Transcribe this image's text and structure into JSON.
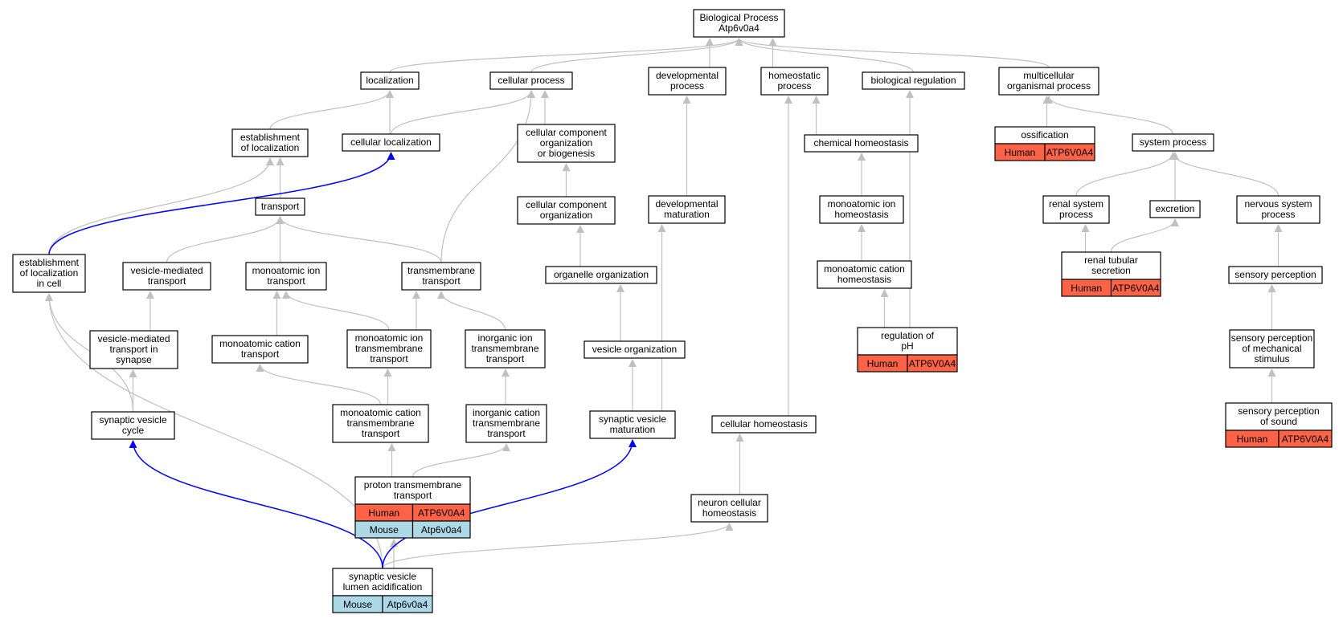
{
  "colors": {
    "edge": "#c0c0c0",
    "highlight_edge": "#0000ff",
    "human": "#ff6347",
    "mouse": "#add8e6",
    "node_border": "#000000"
  },
  "nodes": {
    "bp": {
      "lines": [
        "Biological Process",
        "Atp6v0a4"
      ]
    },
    "loc": {
      "lines": [
        "localization"
      ]
    },
    "cellproc": {
      "lines": [
        "cellular process"
      ]
    },
    "devproc": {
      "lines": [
        "developmental",
        "process"
      ]
    },
    "homeo": {
      "lines": [
        "homeostatic",
        "process"
      ]
    },
    "bioreg": {
      "lines": [
        "biological regulation"
      ]
    },
    "multi": {
      "lines": [
        "multicellular",
        "organismal process"
      ]
    },
    "estloc": {
      "lines": [
        "establishment",
        "of localization"
      ]
    },
    "cellloc": {
      "lines": [
        "cellular localization"
      ]
    },
    "ccob": {
      "lines": [
        "cellular component",
        "organization",
        "or biogenesis"
      ]
    },
    "chemhom": {
      "lines": [
        "chemical homeostasis"
      ]
    },
    "ossif": {
      "lines": [
        "ossification"
      ],
      "annotations": [
        [
          "Human",
          "ATP6V0A4"
        ]
      ]
    },
    "sysproc": {
      "lines": [
        "system process"
      ]
    },
    "transport": {
      "lines": [
        "transport"
      ]
    },
    "cco": {
      "lines": [
        "cellular component",
        "organization"
      ]
    },
    "devmat": {
      "lines": [
        "developmental",
        "maturation"
      ]
    },
    "mionhom": {
      "lines": [
        "monoatomic ion",
        "homeostasis"
      ]
    },
    "renalsys": {
      "lines": [
        "renal system",
        "process"
      ]
    },
    "excr": {
      "lines": [
        "excretion"
      ]
    },
    "nervsys": {
      "lines": [
        "nervous system",
        "process"
      ]
    },
    "estlocc": {
      "lines": [
        "establishment",
        "of localization",
        "in cell"
      ]
    },
    "vesmed": {
      "lines": [
        "vesicle-mediated",
        "transport"
      ]
    },
    "mionT": {
      "lines": [
        "monoatomic ion",
        "transport"
      ]
    },
    "tmT": {
      "lines": [
        "transmembrane",
        "transport"
      ]
    },
    "orgorg": {
      "lines": [
        "organelle organization"
      ]
    },
    "mcathom": {
      "lines": [
        "monoatomic cation",
        "homeostasis"
      ]
    },
    "renaltub": {
      "lines": [
        "renal tubular",
        "secretion"
      ],
      "annotations": [
        [
          "Human",
          "ATP6V0A4"
        ]
      ]
    },
    "sensperc": {
      "lines": [
        "sensory perception"
      ]
    },
    "vesmedsyn": {
      "lines": [
        "vesicle-mediated",
        "transport in",
        "synapse"
      ]
    },
    "mcatT": {
      "lines": [
        "monoatomic cation",
        "transport"
      ]
    },
    "miontmT": {
      "lines": [
        "monoatomic ion",
        "transmembrane",
        "transport"
      ]
    },
    "inorgtmT": {
      "lines": [
        "inorganic ion",
        "transmembrane",
        "transport"
      ]
    },
    "vesorg": {
      "lines": [
        "vesicle organization"
      ]
    },
    "regph": {
      "lines": [
        "regulation of",
        "pH"
      ],
      "annotations": [
        [
          "Human",
          "ATP6V0A4"
        ]
      ]
    },
    "sensmech": {
      "lines": [
        "sensory perception",
        "of mechanical",
        "stimulus"
      ]
    },
    "synvescyc": {
      "lines": [
        "synaptic vesicle",
        "cycle"
      ]
    },
    "mcattmT": {
      "lines": [
        "monoatomic cation",
        "transmembrane",
        "transport"
      ]
    },
    "inorgcattmT": {
      "lines": [
        "inorganic cation",
        "transmembrane",
        "transport"
      ]
    },
    "synvesmat": {
      "lines": [
        "synaptic vesicle",
        "maturation"
      ]
    },
    "cellhom": {
      "lines": [
        "cellular homeostasis"
      ]
    },
    "senssound": {
      "lines": [
        "sensory perception",
        "of sound"
      ],
      "annotations": [
        [
          "Human",
          "ATP6V0A4"
        ]
      ]
    },
    "protontm": {
      "lines": [
        "proton transmembrane",
        "transport"
      ],
      "annotations": [
        [
          "Human",
          "ATP6V0A4"
        ],
        [
          "Mouse",
          "Atp6v0a4"
        ]
      ]
    },
    "neurhom": {
      "lines": [
        "neuron cellular",
        "homeostasis"
      ]
    },
    "svla": {
      "lines": [
        "synaptic vesicle",
        "lumen acidification"
      ],
      "annotations": [
        [
          "Mouse",
          "Atp6v0a4"
        ]
      ]
    }
  }
}
